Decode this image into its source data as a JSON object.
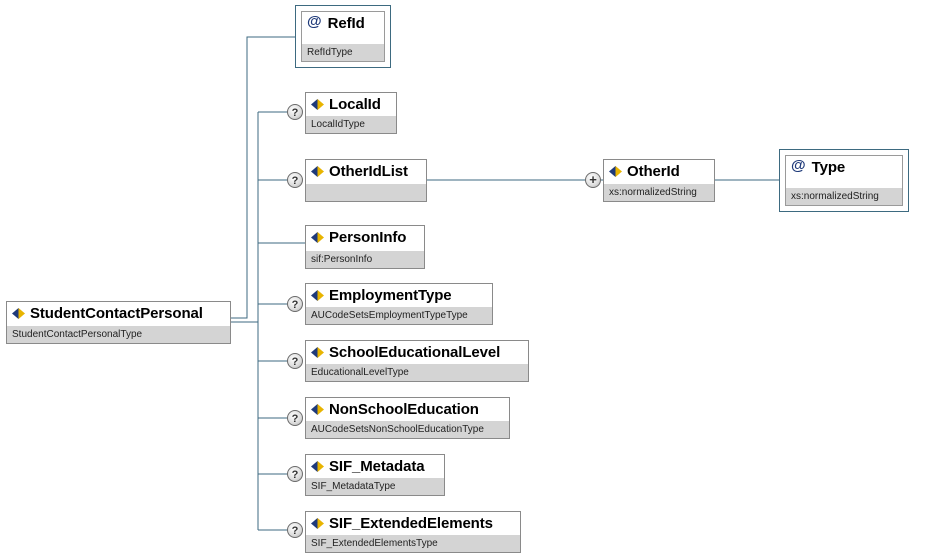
{
  "root": {
    "name": "StudentContactPersonal",
    "type": "StudentContactPersonalType"
  },
  "attribute": {
    "name": "RefId",
    "type": "RefIdType"
  },
  "children": [
    {
      "name": "LocalId",
      "type": "LocalIdType",
      "optional": true
    },
    {
      "name": "OtherIdList",
      "type": "",
      "optional": true
    },
    {
      "name": "PersonInfo",
      "type": "sif:PersonInfo",
      "optional": false
    },
    {
      "name": "EmploymentType",
      "type": "AUCodeSetsEmploymentTypeType",
      "optional": true
    },
    {
      "name": "SchoolEducationalLevel",
      "type": "EducationalLevelType",
      "optional": true
    },
    {
      "name": "NonSchoolEducation",
      "type": "AUCodeSetsNonSchoolEducationType",
      "optional": true
    },
    {
      "name": "SIF_Metadata",
      "type": "SIF_MetadataType",
      "optional": true
    },
    {
      "name": "SIF_ExtendedElements",
      "type": "SIF_ExtendedElementsType",
      "optional": true
    }
  ],
  "other_id": {
    "name": "OtherId",
    "type": "xs:normalizedString"
  },
  "other_id_attribute": {
    "name": "Type",
    "type": "xs:normalizedString"
  },
  "symbols": {
    "optional": "?",
    "multiple": "+",
    "attribute": "@"
  },
  "colors": {
    "connector": "#3d6a80",
    "type_bar": "#d4d4d4",
    "icon_gold": "#e8b400",
    "icon_blue": "#1f3a7a"
  }
}
